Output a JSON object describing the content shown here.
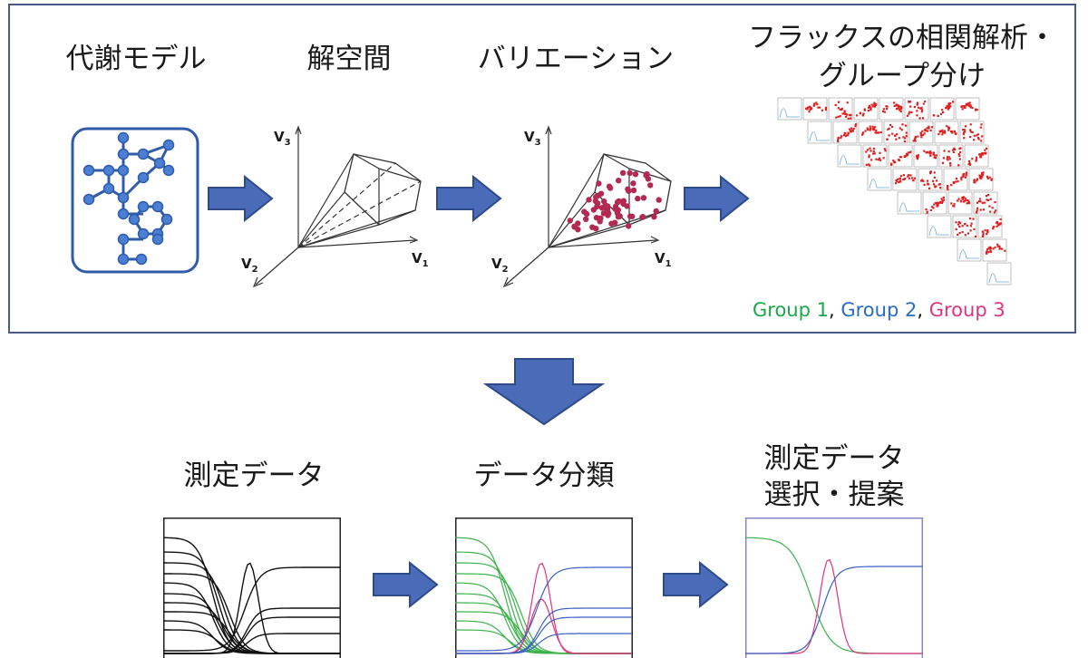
{
  "top": {
    "steps": [
      {
        "label": "代謝モデル"
      },
      {
        "label": "解空間"
      },
      {
        "label": "バリエーション"
      },
      {
        "label_line1": "フラックスの相関解析・",
        "label_line2": "グループ分け"
      }
    ],
    "axes": {
      "v1": "V",
      "v1_sub": "1",
      "v2": "V",
      "v2_sub": "2",
      "v3": "V",
      "v3_sub": "3"
    },
    "groups": [
      {
        "text": "Group 1",
        "color": "#1aa84a"
      },
      {
        "text": "Group 2",
        "color": "#2a6bc4"
      },
      {
        "text": "Group 3",
        "color": "#e0337f"
      }
    ],
    "group_separator": ","
  },
  "bottom": {
    "steps": [
      {
        "label": "測定データ"
      },
      {
        "label": "データ分類"
      },
      {
        "label_line1": "測定データ",
        "label_line2": "選択・提案"
      }
    ]
  },
  "colors": {
    "arrow_fill": "#4a6bb8",
    "arrow_stroke": "#2f4a88",
    "network_blue": "#2f5ba8",
    "scatter_red": "#e02020",
    "point_color": "#b22a52"
  }
}
